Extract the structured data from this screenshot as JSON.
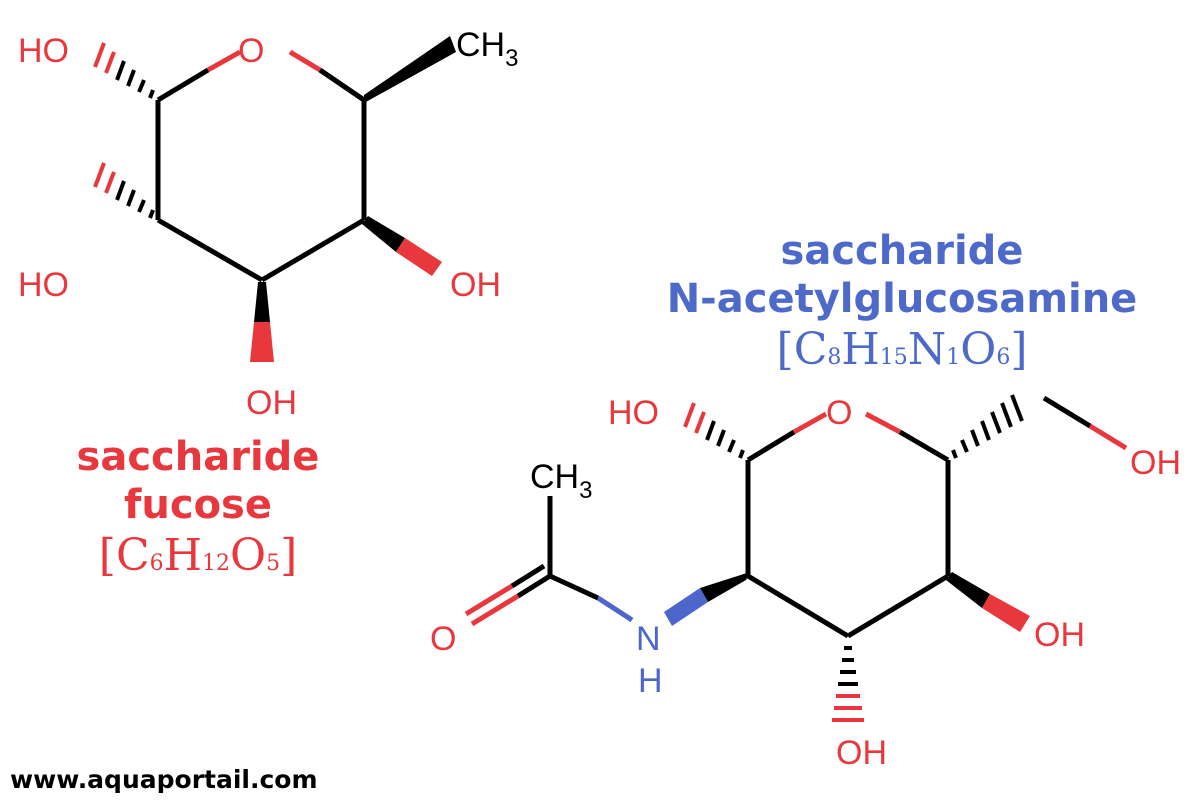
{
  "colors": {
    "bond": "#000000",
    "oxygen": "#e8383d",
    "nitrogen": "#4d66cc",
    "fucose_label": "#e8383d",
    "nag_label": "#4d6acb"
  },
  "atoms": {
    "O": "O",
    "HO": "HO",
    "OH": "OH",
    "CH": "CH",
    "three": "3",
    "N": "N",
    "H": "H"
  },
  "fucose": {
    "name_line1": "saccharide",
    "name_line2": "fucose",
    "formula": {
      "open": "[",
      "c": "C",
      "c_n": "6",
      "h": "H",
      "h_n": "12",
      "o": "O",
      "o_n": "5",
      "close": "]"
    }
  },
  "nag": {
    "name_line1": "saccharide",
    "name_line2": "N-acetylglucosamine",
    "formula": {
      "open": "[",
      "c": "C",
      "c_n": "8",
      "h": "H",
      "h_n": "15",
      "n": "N",
      "n_n": "1",
      "o": "O",
      "o_n": "6",
      "close": "]"
    }
  },
  "watermark": "www.aquaportail.com"
}
